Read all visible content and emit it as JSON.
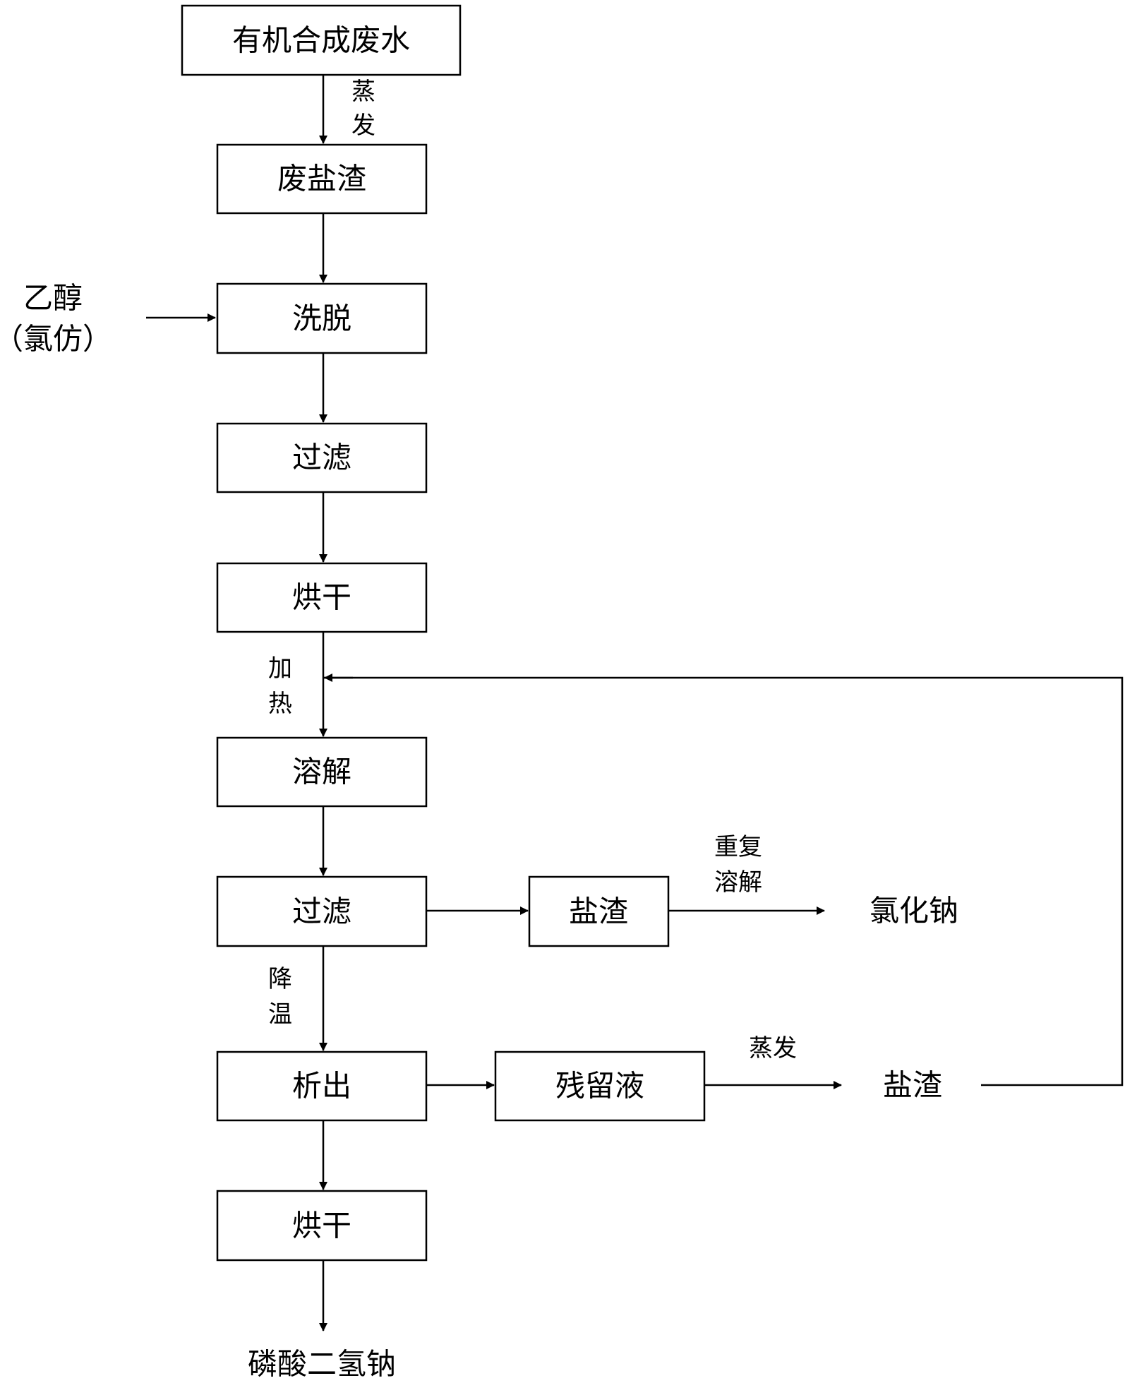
{
  "diagram": {
    "nodes": {
      "wastewater": "有机合成废水",
      "waste_salt_residue": "废盐渣",
      "elution": "洗脱",
      "filtration_1": "过滤",
      "drying_1": "烘干",
      "dissolution": "溶解",
      "filtration_2": "过滤",
      "salt_residue_box": "盐渣",
      "precipitation": "析出",
      "residual_liquid": "残留液",
      "drying_2": "烘干",
      "sodium_chloride": "氯化钠",
      "salt_residue_recycle": "盐渣",
      "product": "磷酸二氢钠"
    },
    "edge_labels": {
      "evaporate_top": [
        "蒸",
        "发"
      ],
      "solvent": [
        "乙醇",
        "（氯仿）"
      ],
      "heat": [
        "加",
        "热"
      ],
      "redissolve": [
        "重复",
        "溶解"
      ],
      "cooling": [
        "降",
        "温"
      ],
      "evaporate_side": "蒸发"
    },
    "colors": {
      "line": "#000000",
      "box_fill": "#ffffff",
      "text": "#000000"
    }
  }
}
